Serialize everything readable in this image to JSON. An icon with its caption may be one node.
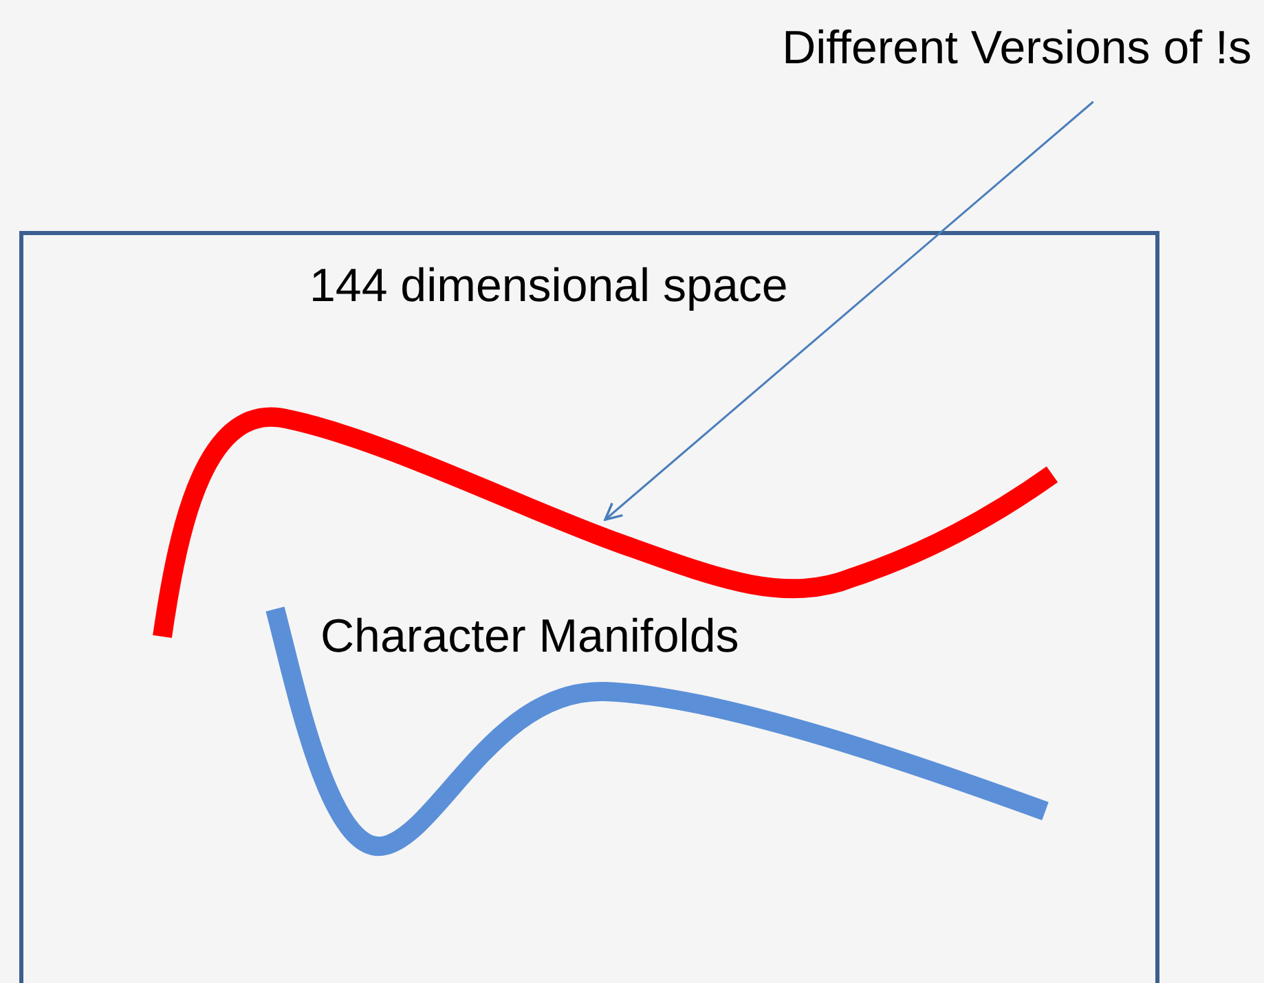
{
  "diagram": {
    "nodes": [
      {
        "text": [
          "Different Versions of !s"
        ]
      },
      {
        "text": [
          "144 dimensional space"
        ]
      },
      {
        "text": [],
        "shape": "curve",
        "in": 1
      },
      {
        "text": [],
        "shape": "curve",
        "in": 1
      }
    ],
    "edges": [
      {
        "from": 0,
        "to": 2,
        "arrow": "to"
      }
    ],
    "labels": [
      "Character Manifolds"
    ]
  }
}
